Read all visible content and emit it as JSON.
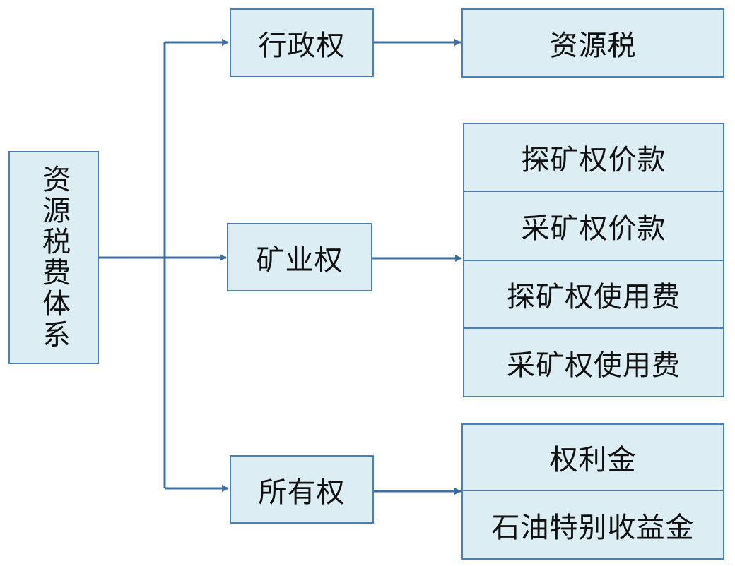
{
  "root": {
    "label": "资源税费体系"
  },
  "branches": [
    {
      "label": "行政权",
      "items": [
        "资源税"
      ]
    },
    {
      "label": "矿业权",
      "items": [
        "探矿权价款",
        "采矿权价款",
        "探矿权使用费",
        "采矿权使用费"
      ]
    },
    {
      "label": "所有权",
      "items": [
        "权利金",
        "石油特别收益金"
      ]
    }
  ],
  "colors": {
    "box_fill": "#dceef3",
    "box_border": "#4f7fae",
    "connector": "#3f6fa0"
  }
}
